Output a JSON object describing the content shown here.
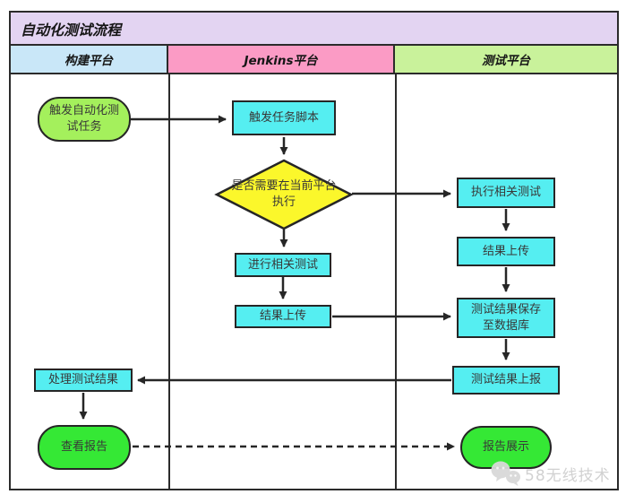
{
  "title": "自动化测试流程",
  "lanes": [
    {
      "label": "构建平台",
      "color": "#C9E7F8"
    },
    {
      "label": "Jenkins平台",
      "color": "#FB9BC5"
    },
    {
      "label": "测试平台",
      "color": "#C9F29B"
    }
  ],
  "nodes": {
    "start": {
      "label": "触发自动化测试任务",
      "type": "terminator",
      "lane": "构建平台",
      "color": "#A4F05C"
    },
    "trigger_script": {
      "label": "触发任务脚本",
      "type": "process",
      "lane": "Jenkins平台",
      "color": "#55EEF1"
    },
    "decision": {
      "label": "是否需要在当前平台执行",
      "type": "decision",
      "lane": "Jenkins平台",
      "color": "#FBF72B"
    },
    "jenkins_run_tests": {
      "label": "进行相关测试",
      "type": "process",
      "lane": "Jenkins平台",
      "color": "#55EEF1"
    },
    "jenkins_upload_results": {
      "label": "结果上传",
      "type": "process",
      "lane": "Jenkins平台",
      "color": "#55EEF1"
    },
    "platform_run_tests": {
      "label": "执行相关测试",
      "type": "process",
      "lane": "测试平台",
      "color": "#55EEF1"
    },
    "platform_upload_results": {
      "label": "结果上传",
      "type": "process",
      "lane": "测试平台",
      "color": "#55EEF1"
    },
    "save_results_db": {
      "label": "测试结果保存至数据库",
      "type": "process",
      "lane": "测试平台",
      "color": "#55EEF1"
    },
    "report_results": {
      "label": "测试结果上报",
      "type": "process",
      "lane": "测试平台",
      "color": "#55EEF1"
    },
    "process_results": {
      "label": "处理测试结果",
      "type": "process",
      "lane": "构建平台",
      "color": "#55EEF1"
    },
    "view_report": {
      "label": "查看报告",
      "type": "terminator",
      "lane": "构建平台",
      "color": "#35E835"
    },
    "show_report": {
      "label": "报告展示",
      "type": "terminator",
      "lane": "测试平台",
      "color": "#35E835"
    }
  },
  "edges": [
    {
      "from": "start",
      "to": "trigger_script",
      "style": "solid"
    },
    {
      "from": "trigger_script",
      "to": "decision",
      "style": "solid"
    },
    {
      "from": "decision",
      "to": "platform_run_tests",
      "style": "solid"
    },
    {
      "from": "decision",
      "to": "jenkins_run_tests",
      "style": "solid"
    },
    {
      "from": "jenkins_run_tests",
      "to": "jenkins_upload_results",
      "style": "solid"
    },
    {
      "from": "jenkins_upload_results",
      "to": "save_results_db",
      "style": "solid"
    },
    {
      "from": "platform_run_tests",
      "to": "platform_upload_results",
      "style": "solid"
    },
    {
      "from": "platform_upload_results",
      "to": "save_results_db",
      "style": "solid"
    },
    {
      "from": "save_results_db",
      "to": "report_results",
      "style": "solid"
    },
    {
      "from": "report_results",
      "to": "process_results",
      "style": "solid"
    },
    {
      "from": "process_results",
      "to": "view_report",
      "style": "solid"
    },
    {
      "from": "view_report",
      "to": "show_report",
      "style": "dashed"
    }
  ],
  "colors": {
    "frame_border": "#2b2b2b",
    "title_bg": "#E3D4F2",
    "process_fill": "#55EEF1",
    "decision_fill": "#FBF72B",
    "start_fill": "#A4F05C",
    "end_fill": "#35E835",
    "node_text": "#383838"
  },
  "watermark": {
    "label": "58无线技术",
    "icon": "wechat-icon"
  }
}
